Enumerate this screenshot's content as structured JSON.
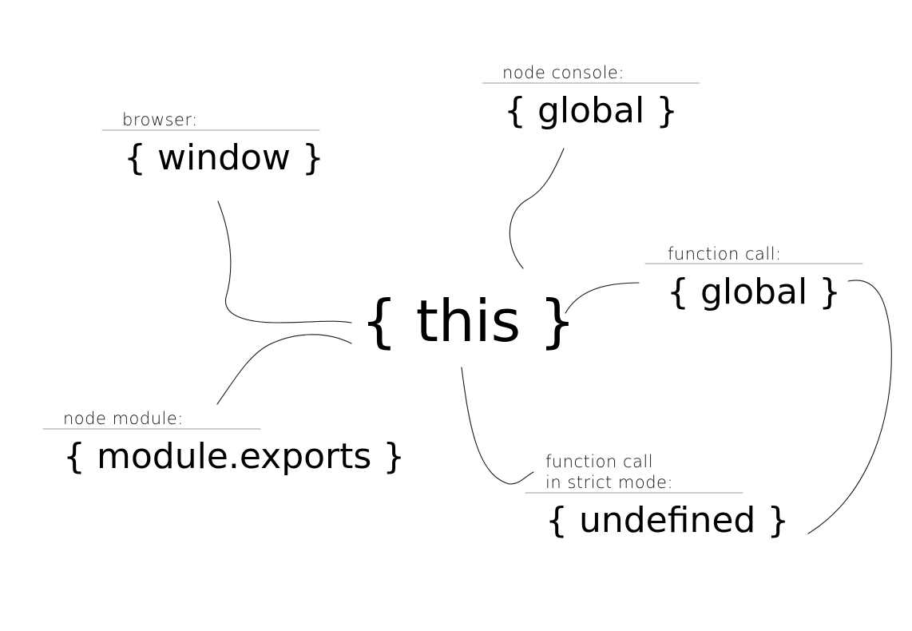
{
  "center": {
    "text": "{ this }"
  },
  "nodes": {
    "browser": {
      "label": "browser:",
      "value": "{ window }"
    },
    "node_console": {
      "label": "node console:",
      "value": "{ global }"
    },
    "function_call": {
      "label": "function call:",
      "value": "{ global }"
    },
    "node_module": {
      "label": "node module:",
      "value": "{ module.exports }"
    },
    "strict_mode": {
      "label": "function call\nin strict mode:",
      "value": "{ undefined }"
    }
  }
}
